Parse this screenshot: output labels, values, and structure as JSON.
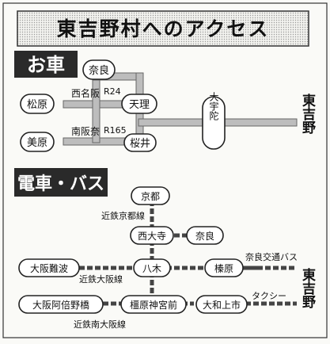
{
  "title": "東吉野村へのアクセス",
  "car": {
    "header": "お車",
    "nodes": {
      "matsubara": "松原",
      "nara": "奈良",
      "tenri": "天理",
      "mihara": "美原",
      "sakurai": "桜井",
      "uda": "大宇陀",
      "higashiyoshino": "東吉野"
    },
    "road_labels": {
      "nishi_meihan": "西名阪",
      "r24": "R24",
      "minami_hanna": "南阪奈",
      "r165": "R165"
    }
  },
  "train": {
    "header": "電車・バス",
    "nodes": {
      "kyoto": "京都",
      "saidaiji": "西大寺",
      "nara": "奈良",
      "osaka_namba": "大阪難波",
      "yagi": "八木",
      "haibara": "榛原",
      "abenobashi": "大阪阿倍野橋",
      "kashiharajingumae": "橿原神宮前",
      "yamatokamiichi": "大和上市",
      "higashiyoshino": "東吉野"
    },
    "line_labels": {
      "kyoto_line": "近鉄京都線",
      "osaka_line": "近鉄大阪線",
      "nara_kotsu_bus": "奈良交通バス",
      "minami_osaka_line": "近鉄南大阪線",
      "taxi": "タクシー"
    }
  }
}
